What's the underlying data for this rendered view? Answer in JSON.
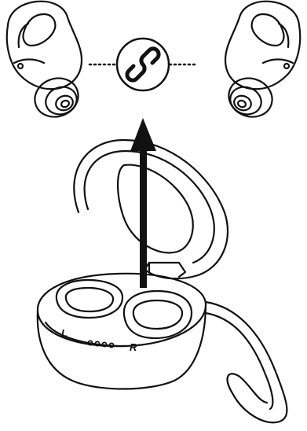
{
  "diagram": {
    "labels": {
      "left": "L",
      "right": "R"
    },
    "icons": {
      "left_earbud": "earbud-icon",
      "right_earbud": "earbud-icon",
      "pairing_link": "link-icon",
      "lift_arrow": "arrow-up-icon",
      "charging_case": "charging-case-icon",
      "indicator_leds": "led-dots"
    },
    "indicator_led_count": 4,
    "colors": {
      "stroke": "#111111",
      "background": "#ffffff"
    }
  }
}
